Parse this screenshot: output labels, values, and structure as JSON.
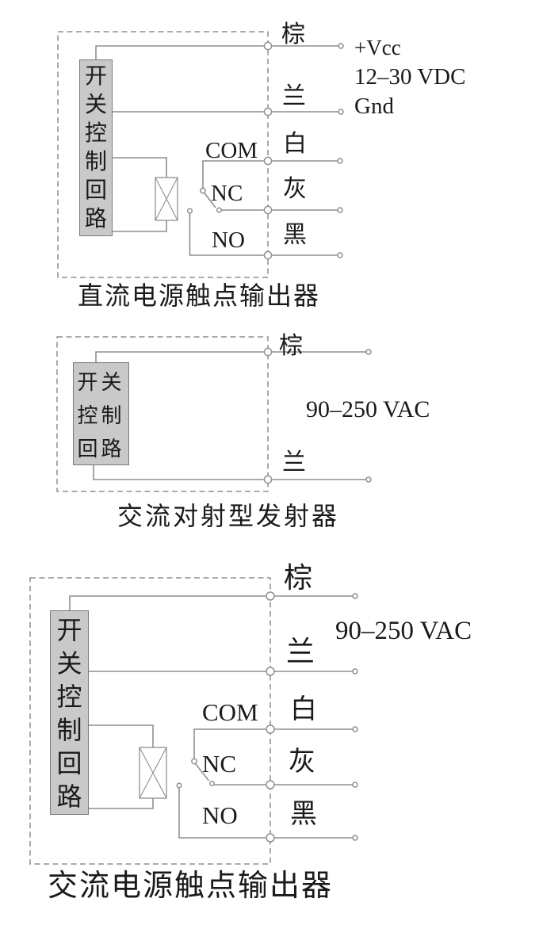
{
  "colors": {
    "wire": "#8f8f8f",
    "text": "#1a1a1a",
    "box_fill": "#c9c9c9",
    "box_border": "#7a7a7a"
  },
  "diagrams": [
    {
      "caption": "直流电源触点输出器",
      "control_box_label": "开关控制回路",
      "wire_labels": {
        "brown": "棕",
        "blue": "兰",
        "white": "白",
        "gray": "灰",
        "black": "黑"
      },
      "contact_labels": {
        "com": "COM",
        "nc": "NC",
        "no": "NO"
      },
      "power": {
        "vcc": "+Vcc",
        "range": "12–30 VDC",
        "gnd": "Gnd"
      }
    },
    {
      "caption": "交流对射型发射器",
      "control_box_label": "开关控制回路",
      "wire_labels": {
        "brown": "棕",
        "blue": "兰"
      },
      "power": {
        "range": "90–250 VAC"
      }
    },
    {
      "caption": "交流电源触点输出器",
      "control_box_label": "开关控制回路",
      "wire_labels": {
        "brown": "棕",
        "blue": "兰",
        "white": "白",
        "gray": "灰",
        "black": "黑"
      },
      "contact_labels": {
        "com": "COM",
        "nc": "NC",
        "no": "NO"
      },
      "power": {
        "range": "90–250 VAC"
      }
    }
  ]
}
